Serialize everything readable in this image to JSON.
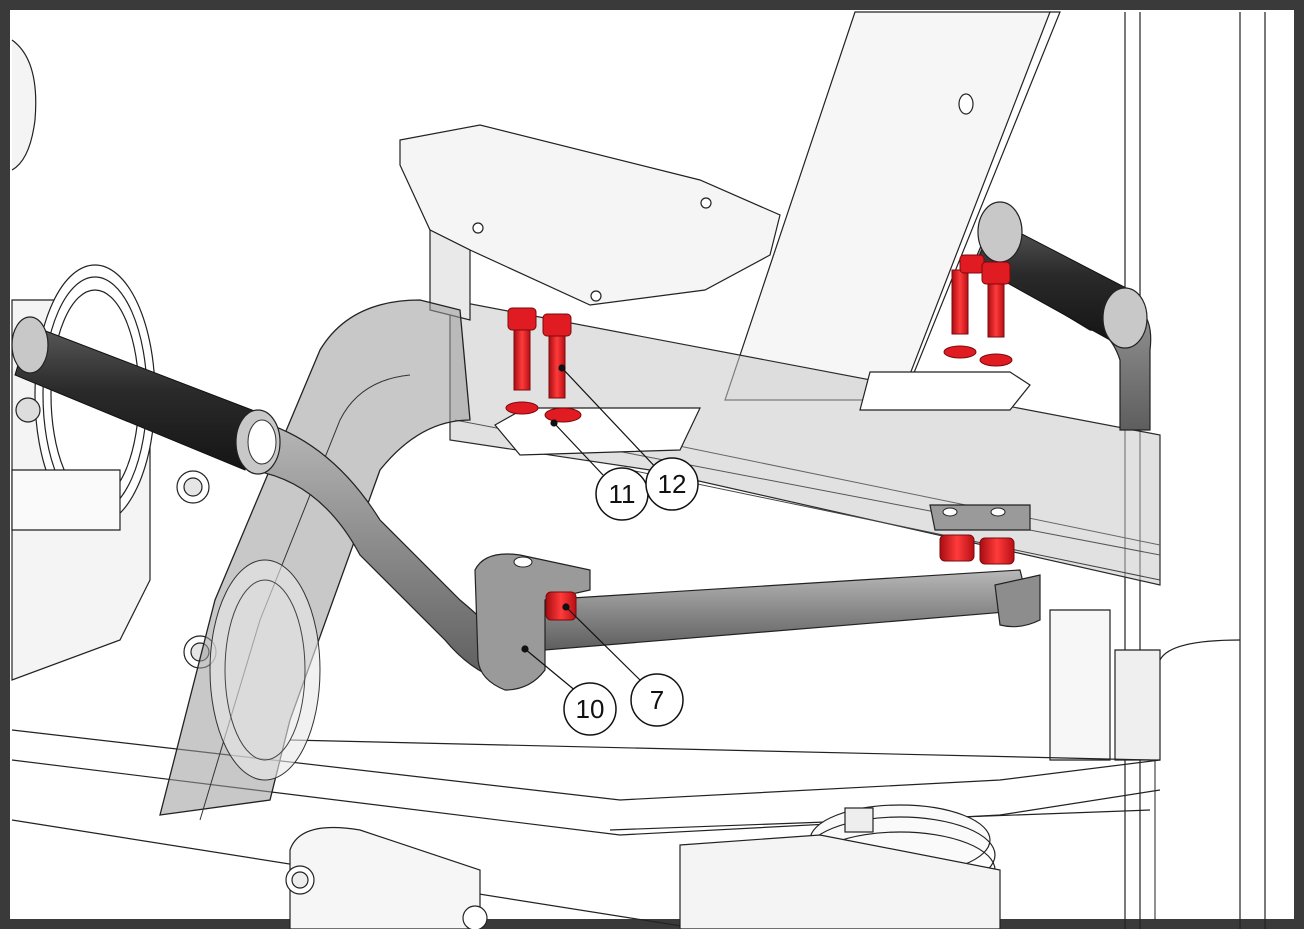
{
  "diagram": {
    "callouts": [
      {
        "id": "c11",
        "label": "11"
      },
      {
        "id": "c12",
        "label": "12"
      },
      {
        "id": "c10",
        "label": "10"
      },
      {
        "id": "c7",
        "label": "7"
      }
    ]
  },
  "colors": {
    "frame_border": "#3a3a3a",
    "highlight_red": "#e11b22",
    "tube_dark": "#3b3b3b",
    "tube_gray": "#8e8e8e",
    "ghost_gray": "#b8b8b8",
    "outline": "#222222"
  }
}
